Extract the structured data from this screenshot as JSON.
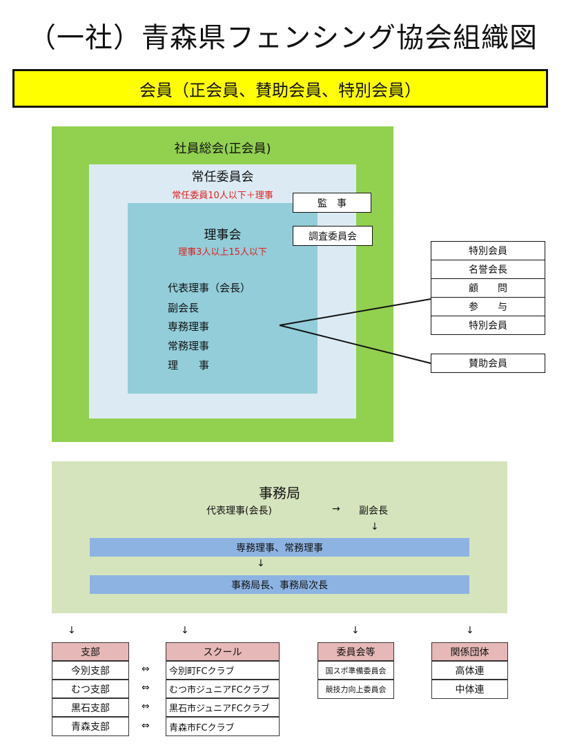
{
  "title": "（一社）青森県フェンシング協会組織図",
  "member_bar": "会員（正会員、賛助会員、特別会員）",
  "general_assembly": "社員総会(正会員)",
  "standing_committee": {
    "label": "常任委員会",
    "note": "常任委員10人以下＋理事"
  },
  "board": {
    "label": "理事会",
    "note": "理事3人以上15人以下",
    "roles": [
      "代表理事（会長）",
      "副会長",
      "専務理事",
      "常務理事",
      "理　　事"
    ]
  },
  "auditor": "監　事",
  "investigation_committee": "調査委員会",
  "honorary_stack": [
    "特別会員",
    "名誉会長",
    "顧　　問",
    "参　　与",
    "特別会員"
  ],
  "supporting_member": "賛助会員",
  "secretariat": {
    "label": "事務局",
    "rep": "代表理事(会長)",
    "arrow_right": "→",
    "vice": "副会長",
    "arrow_down": "↓",
    "bar1": "専務理事、常務理事",
    "bar2": "事務局長、事務局次長"
  },
  "arrows": {
    "down": "↓",
    "both": "⇔"
  },
  "branches": {
    "header": "支部",
    "items": [
      "今別支部",
      "むつ支部",
      "黒石支部",
      "青森支部"
    ]
  },
  "schools": {
    "header": "スクール",
    "items": [
      "今別町FCクラブ",
      "むつ市ジュニアFCクラブ",
      "黒石市ジュニアFCクラブ",
      "青森市FCクラブ"
    ]
  },
  "committees": {
    "header": "委員会等",
    "items": [
      "国スポ準備委員会",
      "競技力向上委員会"
    ]
  },
  "related": {
    "header": "関係団体",
    "items": [
      "高体連",
      "中体連"
    ]
  }
}
